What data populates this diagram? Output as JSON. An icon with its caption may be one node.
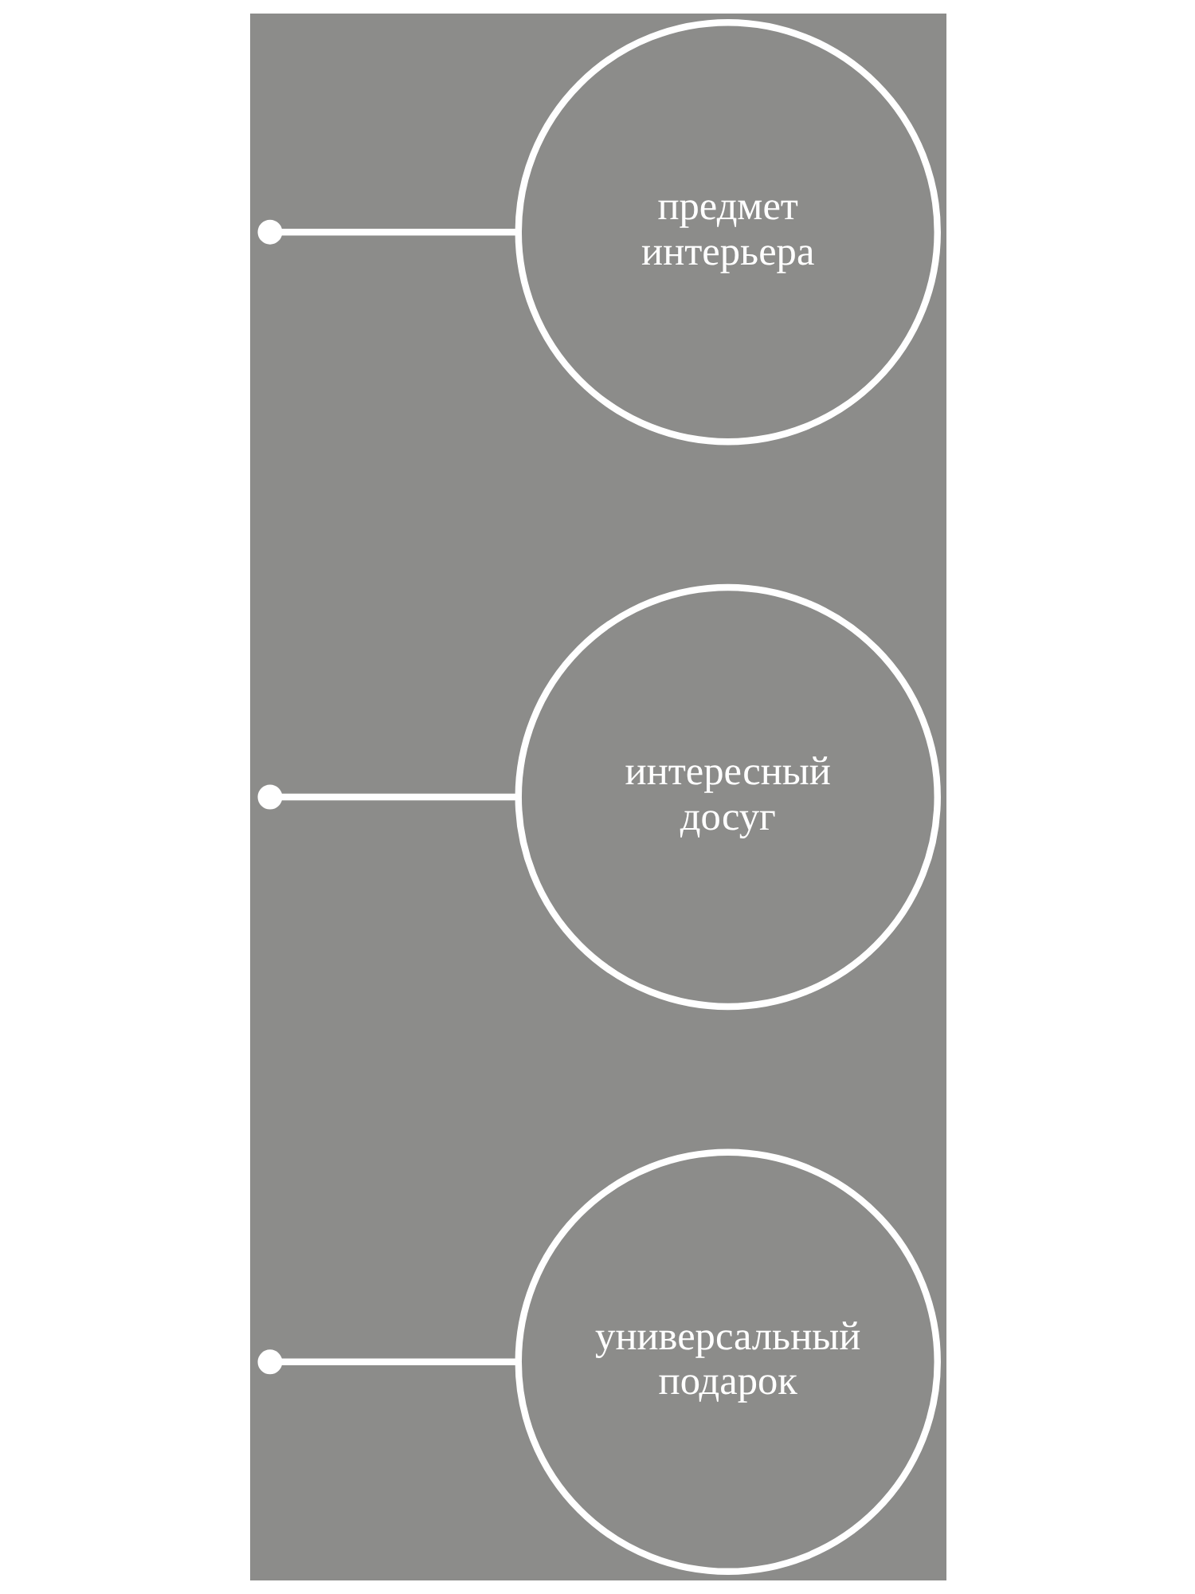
{
  "diagram": {
    "nodes": [
      {
        "text": [
          "универсальный подарок"
        ]
      },
      {
        "text": [
          "интересный досуг"
        ]
      },
      {
        "text": [
          "предмет интерьера"
        ]
      }
    ],
    "edges": [
      {
        "from": null,
        "to": 0,
        "arrow": "other"
      },
      {
        "from": null,
        "to": 1,
        "arrow": "other"
      },
      {
        "from": null,
        "to": 2,
        "arrow": "other"
      }
    ]
  }
}
